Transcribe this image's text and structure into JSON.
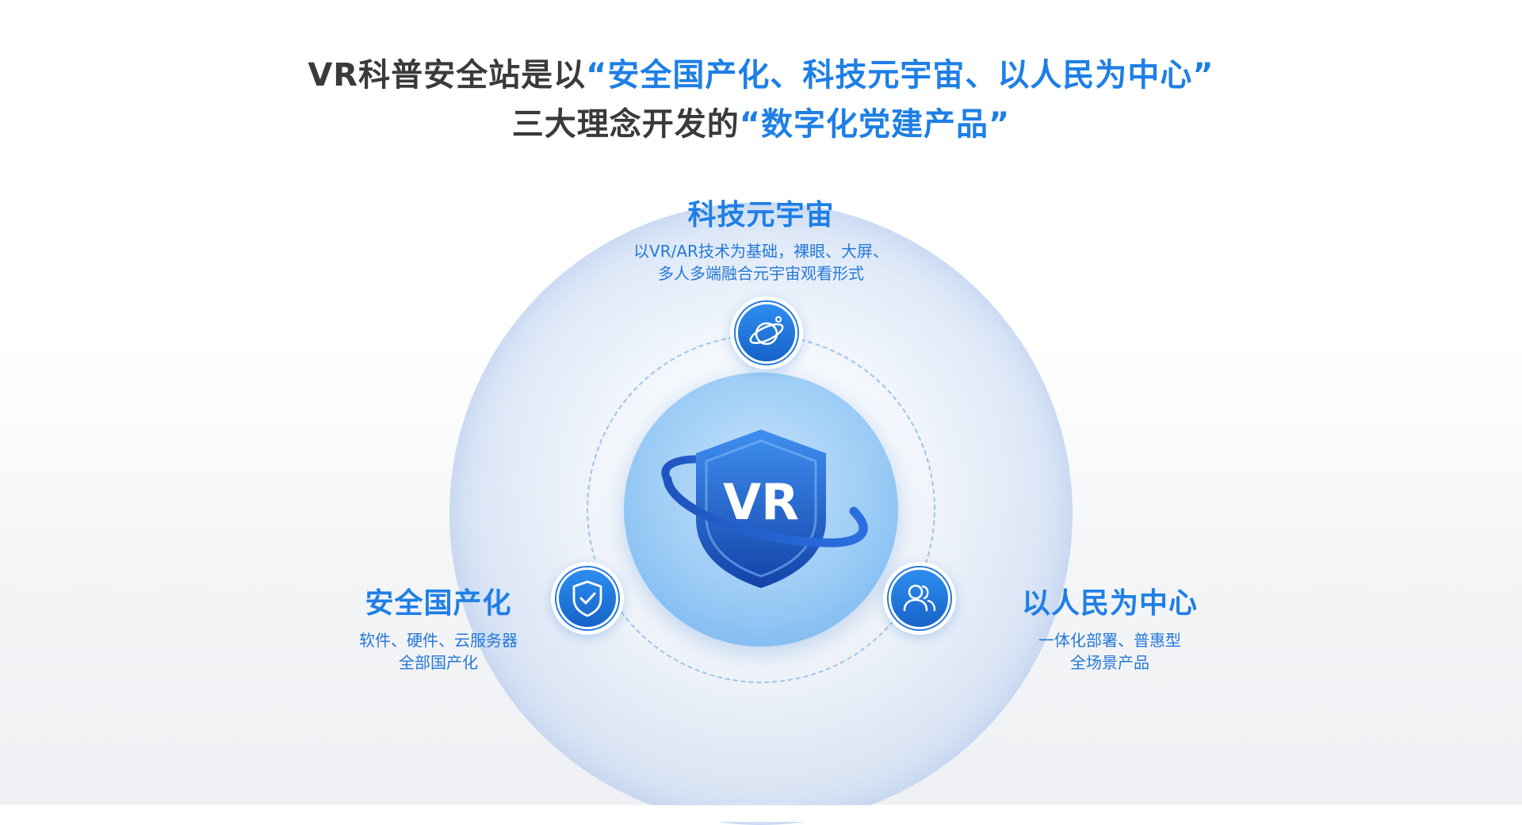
{
  "heading": {
    "line1_prefix": "VR科普安全站是以",
    "line1_highlight": "“安全国产化、科技元宇宙、以人民为中心”",
    "line2_prefix": "三大理念开发的",
    "line2_highlight": "“数字化党建产品”"
  },
  "center": {
    "logo_text": "VR",
    "icon": "vr-shield-logo"
  },
  "nodes": {
    "top": {
      "title": "科技元宇宙",
      "desc_line1": "以VR/AR技术为基础，裸眼、大屏、",
      "desc_line2": "多人多端融合元宇宙观看形式",
      "icon": "planet-icon"
    },
    "left": {
      "title": "安全国产化",
      "desc_line1": "软件、硬件、云服务器",
      "desc_line2": "全部国产化",
      "icon": "shield-check-icon"
    },
    "right": {
      "title": "以人民为中心",
      "desc_line1": "一体化部署、普惠型",
      "desc_line2": "全场景产品",
      "icon": "users-icon"
    }
  },
  "colors": {
    "accent": "#1e7fe6",
    "heading": "#3a3a3a",
    "node_fill": "#1663c8"
  }
}
